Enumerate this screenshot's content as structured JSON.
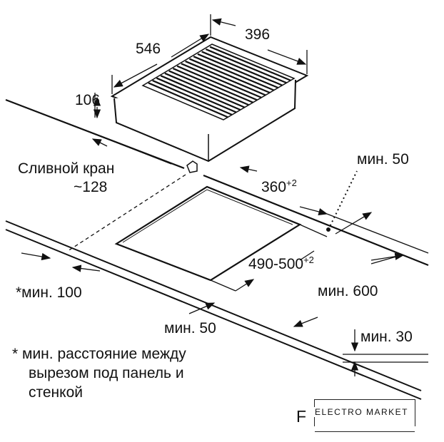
{
  "dimensions": {
    "depth": "546",
    "width": "396",
    "height": "106",
    "drain_label": "Сливной кран",
    "drain_offset": "~128",
    "cutout_width": "360",
    "cutout_width_tol": "+2",
    "cutout_depth": "490-500",
    "cutout_depth_tol": "+2",
    "min_50_right": "мин. 50",
    "min_100": "*мин. 100",
    "min_600": "мин. 600",
    "min_50_front": "мин. 50",
    "min_30": "мин. 30"
  },
  "footnote": {
    "line1": "* мин. расстояние между",
    "line2": "вырезом под панель и",
    "line3": "стенкой"
  },
  "figure_letter": "F",
  "logo": {
    "text": "ELECTRO MARKET"
  }
}
